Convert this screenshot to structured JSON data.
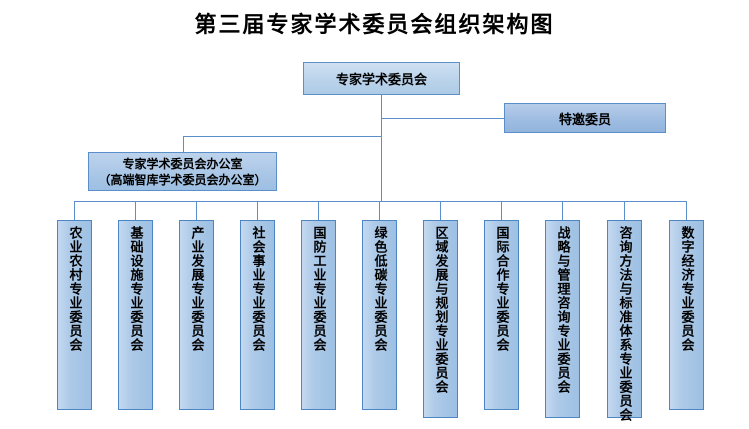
{
  "title": "第三届专家学术委员会组织架构图",
  "colors": {
    "box_border": "#5b8fc9",
    "box_fill": "#b3cde8",
    "invited_fill": "#9fbde2",
    "line": "#5b8fc9",
    "text": "#000000",
    "background": "#ffffff"
  },
  "root": {
    "label": "专家学术委员会"
  },
  "invited": {
    "label": "特邀委员"
  },
  "office": {
    "line1": "专家学术委员会办公室",
    "line2": "（高端智库学术委员会办公室）"
  },
  "committees": [
    {
      "label": "农业农村专业委员会"
    },
    {
      "label": "基础设施专业委员会"
    },
    {
      "label": "产业发展专业委员会"
    },
    {
      "label": "社会事业专业委员会"
    },
    {
      "label": "国防工业专业委员会"
    },
    {
      "label": "绿色低碳专业委员会"
    },
    {
      "label": "区域发展与规划专业委员会"
    },
    {
      "label": "国际合作专业委员会"
    },
    {
      "label": "战略与管理咨询专业委员会"
    },
    {
      "label": "咨询方法与标准体系专业委员会"
    },
    {
      "label": "数字经济专业委员会"
    }
  ]
}
